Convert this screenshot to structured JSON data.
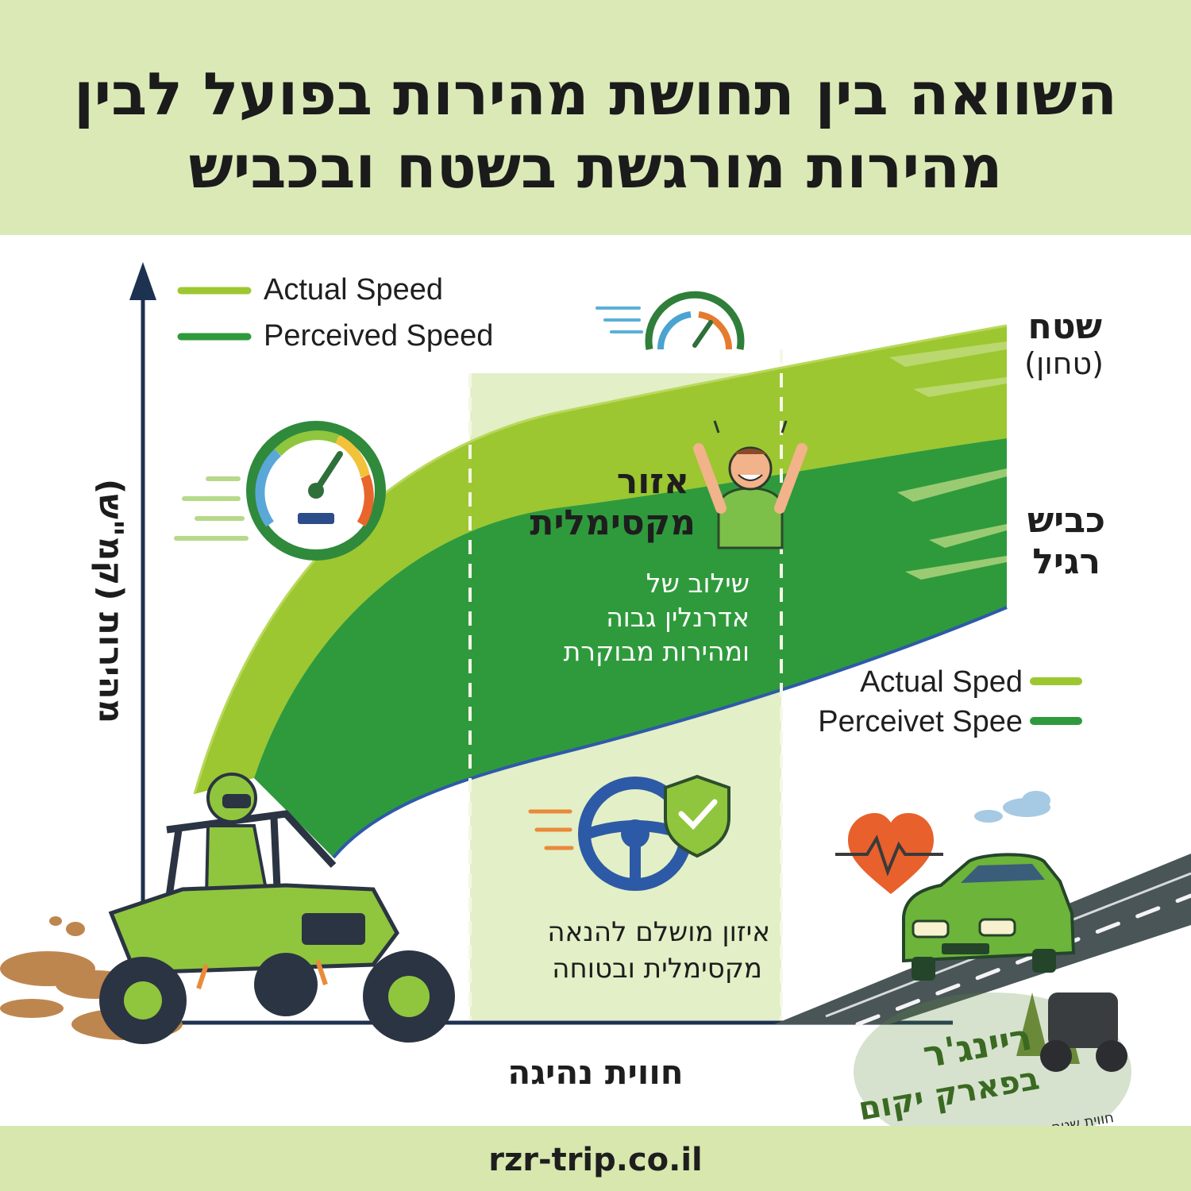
{
  "title": {
    "line1": "השוואה בין תחושת מהירות בפועל לבין",
    "line2": "מהירות מורגשת בשטח ובכביש"
  },
  "legend_top": {
    "actual": "Actual Speed",
    "perceived": "Perceived Speed"
  },
  "legend_bottom": {
    "actual": "Actual Sped",
    "perceived": "Perceivet Spee"
  },
  "axes": {
    "y_label": "מהירות (קמ\"ש)",
    "x_label": "חווית נהיגה"
  },
  "side_labels": {
    "terrain": "שטח",
    "terrain_sub": "(טחון)",
    "road": "כביש",
    "road_sub": "רגיל"
  },
  "zone": {
    "title_line1": "אזור",
    "title_line2": "מקסימלית",
    "sub_line1": "שילוב של",
    "sub_line2": "אדרנלין גבוה",
    "sub_line3": "ומהירות מבוקרת"
  },
  "balance": {
    "line1": "איזון מושלם להנאה",
    "line2": "מקסימלית ובטוחה"
  },
  "logo": {
    "line1": "ריינג'ר",
    "line2": "בפארק יקום",
    "tagline": "חווית שטח על טרקטורוני ריינג'ר"
  },
  "footer": {
    "url": "rzr-trip.co.il"
  },
  "colors": {
    "header_bg": "#dbe9b7",
    "light_green": "#9cc730",
    "dark_green": "#2f9a3c",
    "axis": "#1d3150"
  },
  "icons": [
    "speedometer-icon",
    "steering-wheel-icon",
    "shield-check-icon",
    "heart-pulse-icon",
    "cheering-person-icon",
    "utv-rider-icon",
    "car-icon"
  ]
}
